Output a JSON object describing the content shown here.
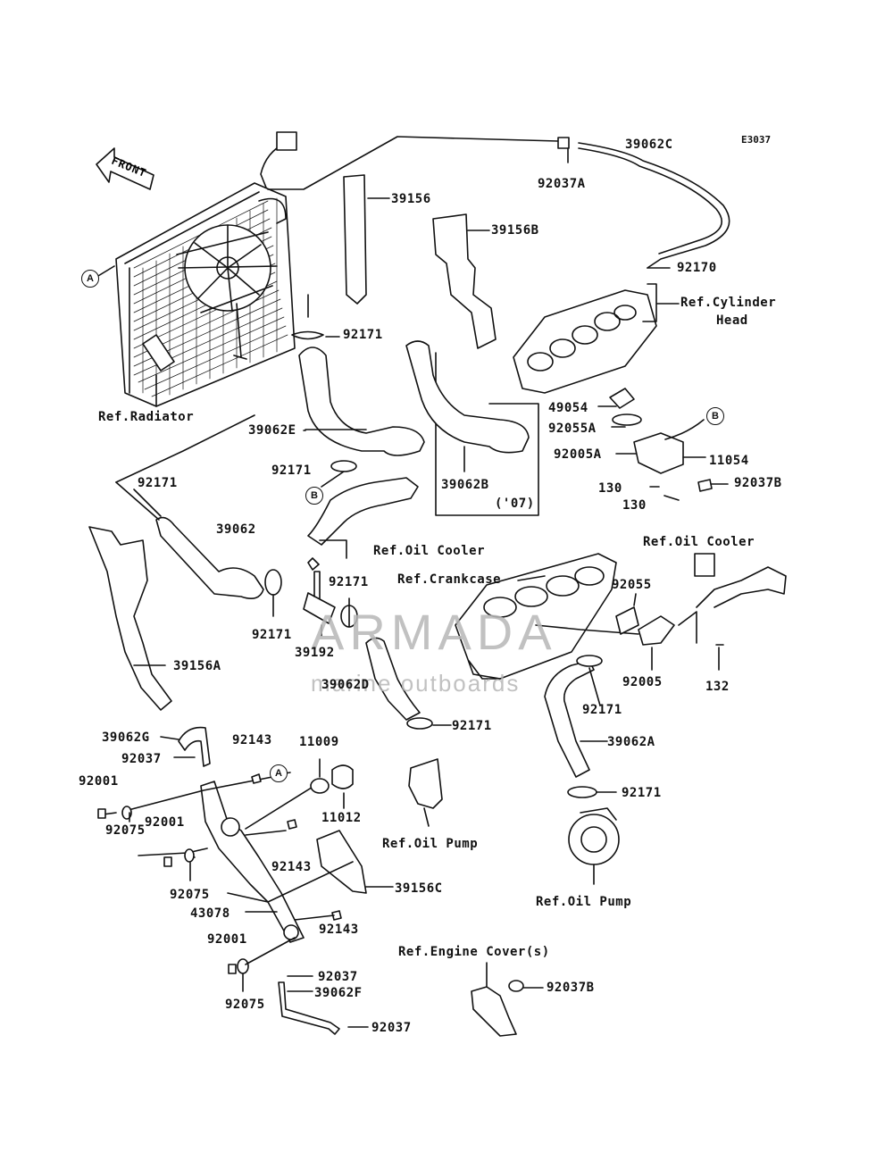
{
  "diagram": {
    "code": "E3037",
    "front_label": "FRONT",
    "watermark": {
      "brand": "ARMADA",
      "tagline": "marine outboards"
    },
    "circle_refs": {
      "a1": "A",
      "a2": "A",
      "b1": "B",
      "b2": "B"
    },
    "labels": {
      "p39062C": "39062C",
      "p92037A": "92037A",
      "p39156": "39156",
      "p39156B": "39156B",
      "p92170": "92170",
      "refCylHead1": "Ref.Cylinder",
      "refCylHead2": "Head",
      "p92171a": "92171",
      "refRadiator": "Ref.Radiator",
      "p39062E": "39062E",
      "p92171b": "92171",
      "p39062B": "39062B",
      "y07": "('07)",
      "p49054": "49054",
      "p92055A": "92055A",
      "p92005A": "92005A",
      "p11054": "11054",
      "p130a": "130",
      "p92037B": "92037B",
      "p130b": "130",
      "p92171c": "92171",
      "p39062": "39062",
      "refOilCooler1": "Ref.Oil Cooler",
      "refCrankcase": "Ref.Crankcase",
      "refOilCooler2": "Ref.Oil Cooler",
      "p92055": "92055",
      "p92171d": "92171",
      "p92171e": "92171",
      "p39192": "39192",
      "p39062D": "39062D",
      "p39156A": "39156A",
      "p92005": "92005",
      "p132": "132",
      "p92171f": "92171",
      "p92171g": "92171",
      "p39062A": "39062A",
      "p39062G": "39062G",
      "p92143a": "92143",
      "p11009": "11009",
      "p92037a": "92037",
      "p92001a": "92001",
      "p92075a": "92075",
      "p92001b": "92001",
      "p11012": "11012",
      "refOilPump1": "Ref.Oil Pump",
      "p92143b": "92143",
      "p92075b": "92075",
      "p92171h": "92171",
      "p39156C": "39156C",
      "p43078": "43078",
      "refOilPump2": "Ref.Oil Pump",
      "p92001c": "92001",
      "p92143c": "92143",
      "refEngineCover": "Ref.Engine Cover(s)",
      "p92037b": "92037",
      "p39062F": "39062F",
      "p92075c": "92075",
      "p92037B2": "92037B",
      "p92037c": "92037"
    }
  }
}
